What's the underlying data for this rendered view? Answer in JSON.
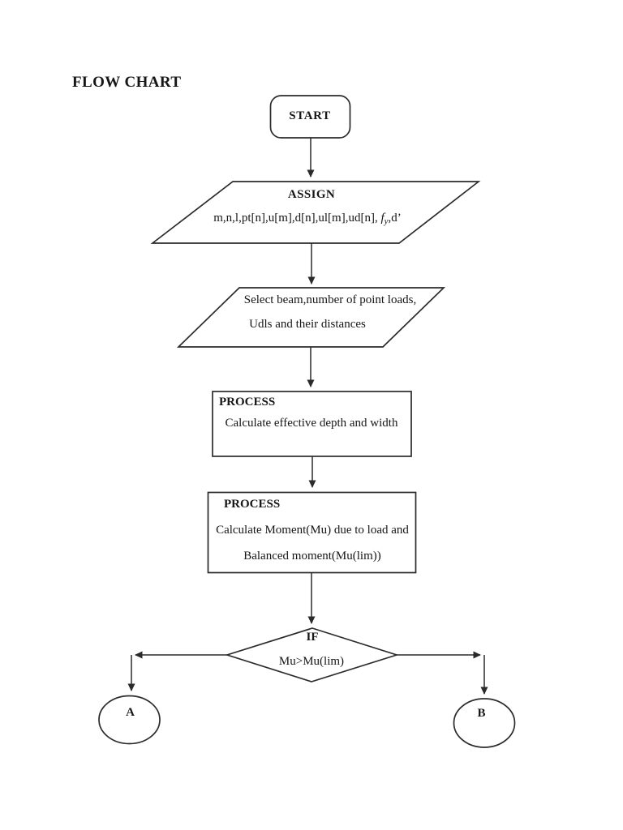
{
  "page": {
    "title": "FLOW CHART"
  },
  "flowchart": {
    "start": {
      "label": "START"
    },
    "assign": {
      "heading": "ASSIGN",
      "params_prefix": "m,n,l,pt[n],u[m],d[n],ul[m],ud[n], ",
      "fy_base": "f",
      "fy_sub": "y",
      "params_suffix": ",d’"
    },
    "select_input": {
      "line1": "Select beam,number of point loads,",
      "line2": "Udls and their distances"
    },
    "process_depth": {
      "heading": "PROCESS",
      "body": "Calculate effective depth and width"
    },
    "process_moment": {
      "heading": "PROCESS",
      "line1": "Calculate Moment(Mu) due to load and",
      "line2": "Balanced moment(Mu(lim))"
    },
    "decision": {
      "heading": "IF",
      "condition": "Mu>Mu(lim)"
    },
    "terminal_a": {
      "label": "A"
    },
    "terminal_b": {
      "label": "B"
    }
  },
  "colors": {
    "line": "#2b2b2b",
    "text": "#161616",
    "background": "#ffffff"
  }
}
